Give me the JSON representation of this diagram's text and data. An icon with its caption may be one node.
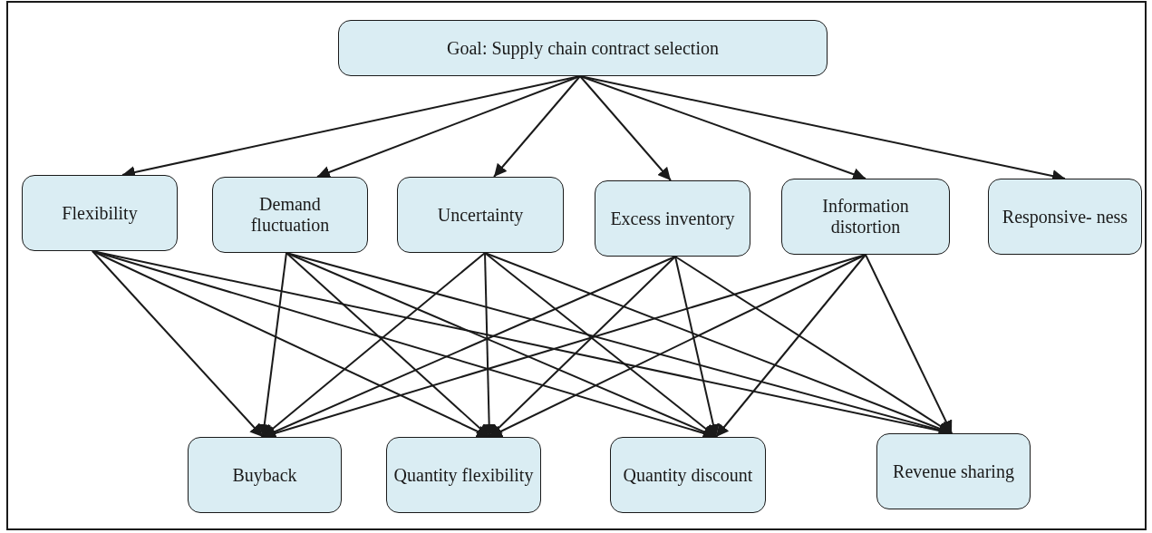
{
  "diagram": {
    "nodes": [
      {
        "text": [
          "Goal: Supply chain contract selection"
        ]
      },
      {
        "text": [
          "Flexibility"
        ]
      },
      {
        "text": [
          "Demand fluctuation"
        ]
      },
      {
        "text": [
          "Uncertainty"
        ]
      },
      {
        "text": [
          "Excess inventory"
        ]
      },
      {
        "text": [
          "Information distortion"
        ]
      },
      {
        "text": [
          "Responsive- ness"
        ]
      },
      {
        "text": [
          "Buyback"
        ]
      },
      {
        "text": [
          "Quantity flexibility"
        ]
      },
      {
        "text": [
          "Quantity discount"
        ]
      },
      {
        "text": [
          "Revenue sharing"
        ]
      }
    ],
    "edges": [
      {
        "from": 0,
        "to": 1,
        "arrow": "to"
      },
      {
        "from": 0,
        "to": 2,
        "arrow": "to"
      },
      {
        "from": 0,
        "to": 3,
        "arrow": "to"
      },
      {
        "from": 0,
        "to": 4,
        "arrow": "to"
      },
      {
        "from": 0,
        "to": 5,
        "arrow": "to"
      },
      {
        "from": 0,
        "to": 6,
        "arrow": "to"
      },
      {
        "from": 1,
        "to": 7,
        "arrow": "to"
      },
      {
        "from": 1,
        "to": 8,
        "arrow": "to"
      },
      {
        "from": 1,
        "to": 9,
        "arrow": "to"
      },
      {
        "from": 1,
        "to": 10,
        "arrow": "to"
      },
      {
        "from": 2,
        "to": 7,
        "arrow": "to"
      },
      {
        "from": 2,
        "to": 8,
        "arrow": "to"
      },
      {
        "from": 2,
        "to": 9,
        "arrow": "to"
      },
      {
        "from": 2,
        "to": 10,
        "arrow": "to"
      },
      {
        "from": 3,
        "to": 7,
        "arrow": "to"
      },
      {
        "from": 3,
        "to": 8,
        "arrow": "to"
      },
      {
        "from": 3,
        "to": 9,
        "arrow": "to"
      },
      {
        "from": 3,
        "to": 10,
        "arrow": "to"
      },
      {
        "from": 4,
        "to": 7,
        "arrow": "to"
      },
      {
        "from": 4,
        "to": 8,
        "arrow": "to"
      },
      {
        "from": 4,
        "to": 9,
        "arrow": "to"
      },
      {
        "from": 4,
        "to": 10,
        "arrow": "to"
      },
      {
        "from": 5,
        "to": 7,
        "arrow": "to"
      },
      {
        "from": 5,
        "to": 8,
        "arrow": "to"
      },
      {
        "from": 5,
        "to": 9,
        "arrow": "to"
      },
      {
        "from": 5,
        "to": 10,
        "arrow": "to"
      }
    ]
  }
}
